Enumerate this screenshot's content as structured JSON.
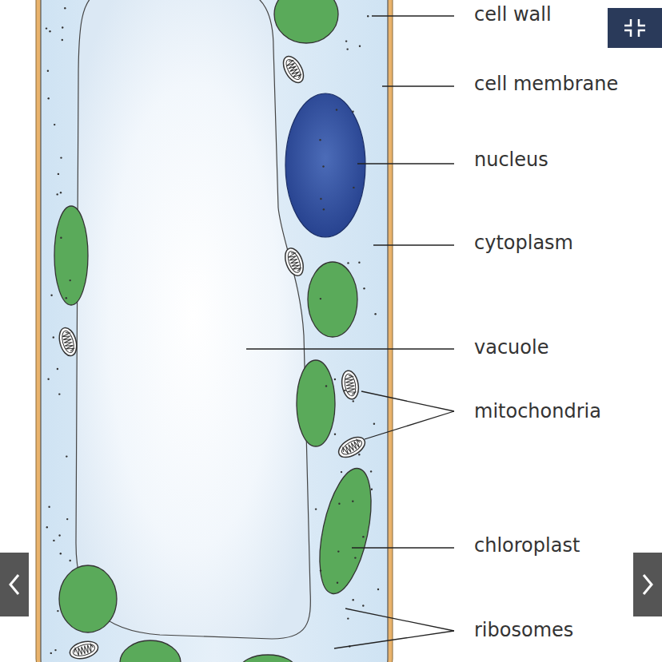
{
  "diagram": {
    "labels": [
      "cell wall",
      "cell membrane",
      "nucleus",
      "cytoplasm",
      "vacuole",
      "mitochondria",
      "chloroplast",
      "ribosomes"
    ]
  }
}
